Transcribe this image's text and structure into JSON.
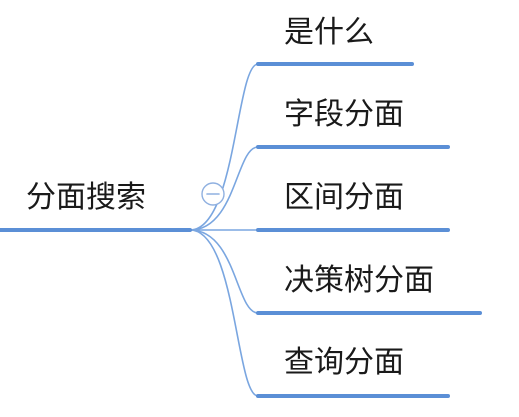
{
  "root": {
    "label": "分面搜索"
  },
  "branches": [
    {
      "label": "是什么"
    },
    {
      "label": "字段分面"
    },
    {
      "label": "区间分面"
    },
    {
      "label": "决策树分面"
    },
    {
      "label": "查询分面"
    }
  ],
  "collapse_toggle": {
    "icon": "minus-circle-icon"
  },
  "colors": {
    "underline": "#5b8fd6",
    "connector": "#7aa6e0",
    "toggle_stroke": "#8fb0e0",
    "toggle_fill": "#ffffff",
    "text": "#1a1a1a"
  }
}
